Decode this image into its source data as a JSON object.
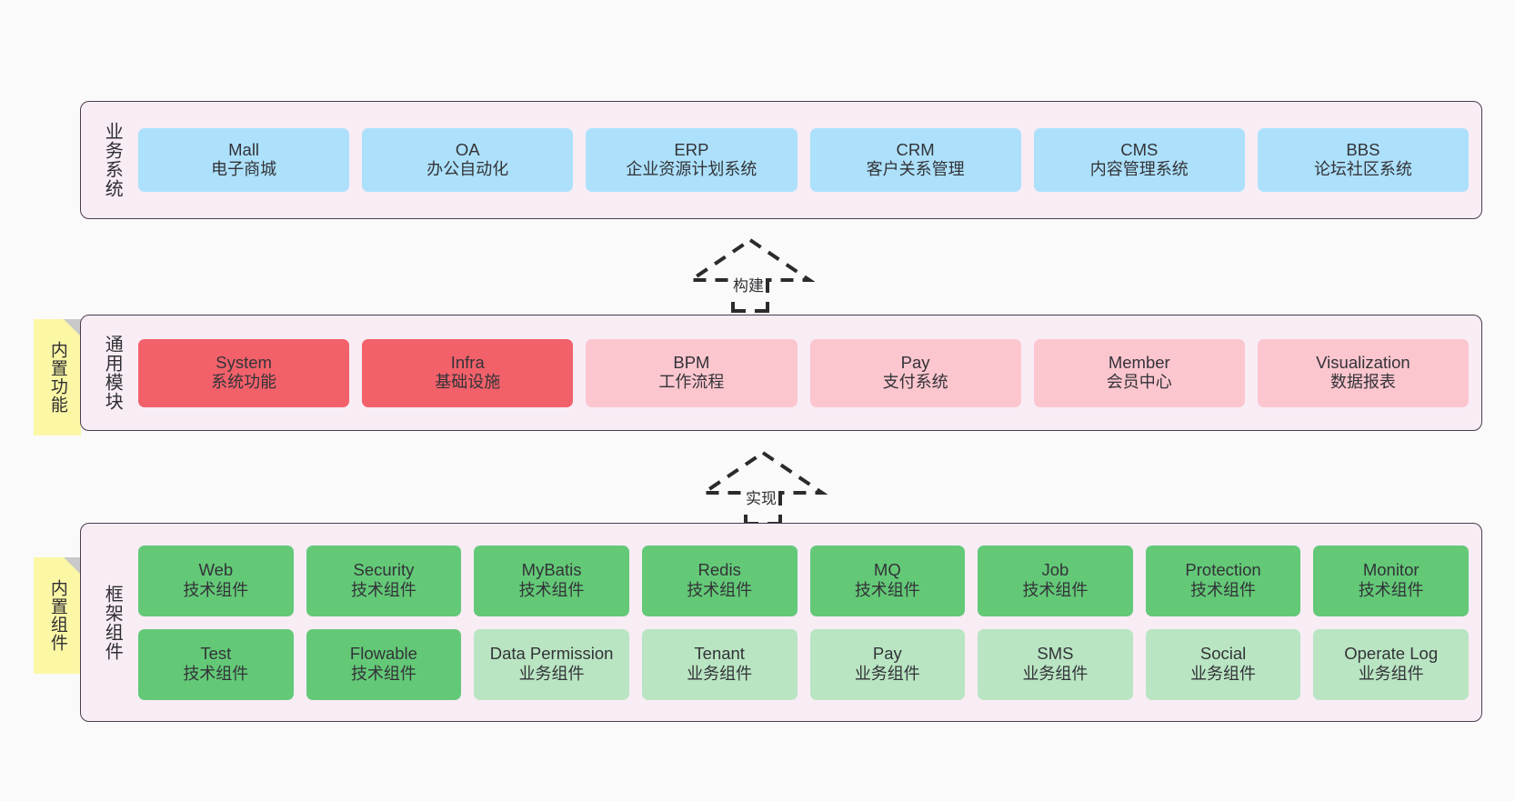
{
  "diagram": {
    "title": "Architecture layers",
    "background": "#fafafa",
    "colors": {
      "layer_band": "#f8ecf5",
      "layer_border": "#4a3d4d",
      "business_card": "#ade1fb",
      "module_core_card": "#f2616a",
      "module_card": "#fcc6cf",
      "tech_component_card": "#63c977",
      "business_component_card": "#b9e5c2",
      "sticky_note": "#fbf7a5",
      "sticky_fold": "#c9c9c9"
    }
  },
  "layers": {
    "business": {
      "title": "业务系统",
      "cards": [
        {
          "en": "Mall",
          "cn": "电子商城"
        },
        {
          "en": "OA",
          "cn": "办公自动化"
        },
        {
          "en": "ERP",
          "cn": "企业资源计划系统"
        },
        {
          "en": "CRM",
          "cn": "客户关系管理"
        },
        {
          "en": "CMS",
          "cn": "内容管理系统"
        },
        {
          "en": "BBS",
          "cn": "论坛社区系统"
        }
      ]
    },
    "modules": {
      "title": "通用模块",
      "sticky": "内置功能",
      "cards": [
        {
          "en": "System",
          "cn": "系统功能",
          "variant": "c-red"
        },
        {
          "en": "Infra",
          "cn": "基础设施",
          "variant": "c-red"
        },
        {
          "en": "BPM",
          "cn": "工作流程",
          "variant": "c-pink"
        },
        {
          "en": "Pay",
          "cn": "支付系统",
          "variant": "c-pink"
        },
        {
          "en": "Member",
          "cn": "会员中心",
          "variant": "c-pink"
        },
        {
          "en": "Visualization",
          "cn": "数据报表",
          "variant": "c-pink"
        }
      ]
    },
    "framework": {
      "title": "框架组件",
      "sticky": "内置组件",
      "row1": [
        {
          "en": "Web",
          "cn": "技术组件",
          "variant": "c-green"
        },
        {
          "en": "Security",
          "cn": "技术组件",
          "variant": "c-green"
        },
        {
          "en": "MyBatis",
          "cn": "技术组件",
          "variant": "c-green"
        },
        {
          "en": "Redis",
          "cn": "技术组件",
          "variant": "c-green"
        },
        {
          "en": "MQ",
          "cn": "技术组件",
          "variant": "c-green"
        },
        {
          "en": "Job",
          "cn": "技术组件",
          "variant": "c-green"
        },
        {
          "en": "Protection",
          "cn": "技术组件",
          "variant": "c-green"
        },
        {
          "en": "Monitor",
          "cn": "技术组件",
          "variant": "c-green"
        }
      ],
      "row2": [
        {
          "en": "Test",
          "cn": "技术组件",
          "variant": "c-green"
        },
        {
          "en": "Flowable",
          "cn": "技术组件",
          "variant": "c-green"
        },
        {
          "en": "Data Permission",
          "cn": "业务组件",
          "variant": "c-lightgreen",
          "wrap": true
        },
        {
          "en": "Tenant",
          "cn": "业务组件",
          "variant": "c-lightgreen"
        },
        {
          "en": "Pay",
          "cn": "业务组件",
          "variant": "c-lightgreen"
        },
        {
          "en": "SMS",
          "cn": "业务组件",
          "variant": "c-lightgreen"
        },
        {
          "en": "Social",
          "cn": "业务组件",
          "variant": "c-lightgreen"
        },
        {
          "en": "Operate Log",
          "cn": "业务组件",
          "variant": "c-lightgreen"
        }
      ]
    }
  },
  "connectors": [
    {
      "label": "构建",
      "from": "modules",
      "to": "business"
    },
    {
      "label": "实现",
      "from": "framework",
      "to": "modules"
    }
  ]
}
